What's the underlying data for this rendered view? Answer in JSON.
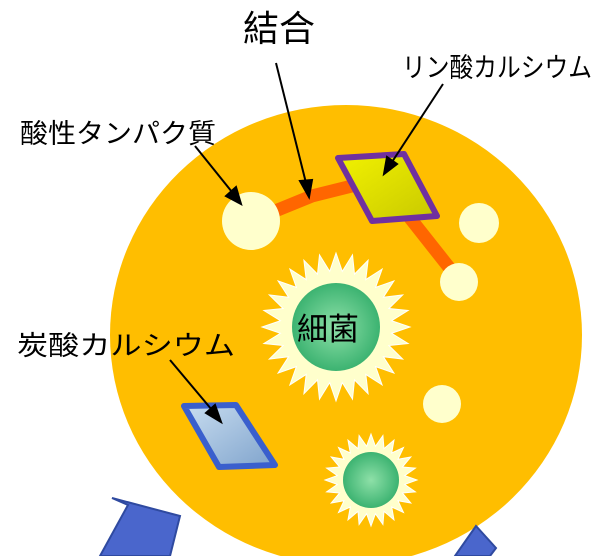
{
  "labels": {
    "bond": "結合",
    "calcium_phosphate": "リン酸カルシウム",
    "acidic_protein": "酸性タンパク質",
    "calcium_carbonate": "炭酸カルシウム",
    "bacteria": "細菌"
  },
  "colors": {
    "cell_body": "#FFBE00",
    "small_circle": "#FFFFCC",
    "bond_line": "#FF6600",
    "phosphate_fill": "#E0E000",
    "phosphate_border": "#7030A0",
    "carbonate_fill": "#9DB9D8",
    "carbonate_border": "#3A5FCD",
    "bacteria_halo": "#FFFFCC",
    "bacteria_core": "#3CB371",
    "arrow_blue": "#4A66CC"
  }
}
